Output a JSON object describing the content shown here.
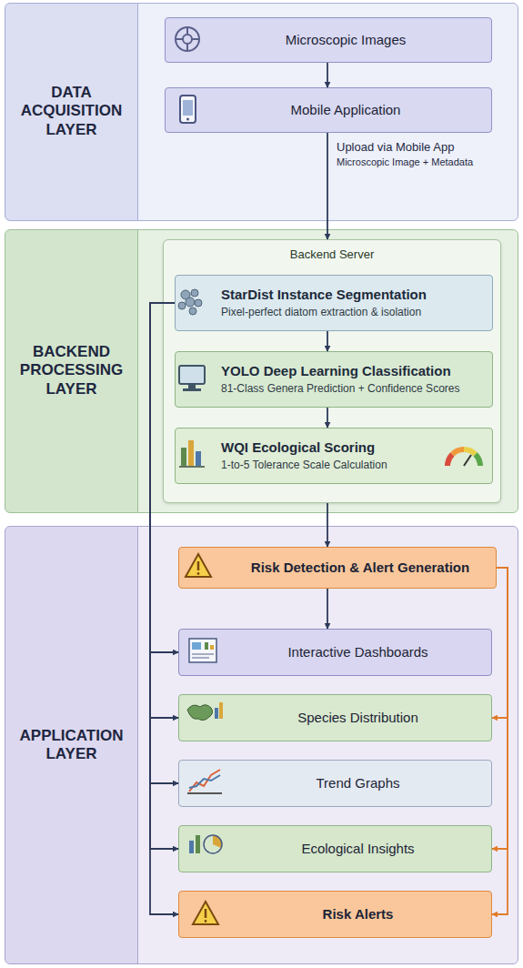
{
  "diagram": {
    "nodes": [
      {
        "text": [
          "DATA ACQUISITION LAYER"
        ]
      },
      {
        "text": [
          "Microscopic Images"
        ],
        "in": 0
      },
      {
        "text": [
          "Mobile Application"
        ],
        "in": 0
      },
      {
        "text": [
          "BACKEND PROCESSING LAYER"
        ]
      },
      {
        "text": [
          "Backend Server"
        ],
        "in": 3
      },
      {
        "text": [
          "StarDist Instance Segmentation",
          "Pixel-perfect diatom extraction & isolation"
        ],
        "in": 4
      },
      {
        "text": [
          "YOLO Deep Learning Classification",
          "81-Class Genera Prediction + Confidence Scores"
        ],
        "in": 4
      },
      {
        "text": [
          "WQI Ecological Scoring",
          "1-to-5 Tolerance Scale Calculation"
        ],
        "in": 4
      },
      {
        "text": [
          "APPLICATION LAYER"
        ]
      },
      {
        "text": [
          "Risk Detection & Alert Generation"
        ],
        "in": 8
      },
      {
        "text": [
          "Interactive Dashboards"
        ],
        "in": 8
      },
      {
        "text": [
          "Species Distribution"
        ],
        "in": 8
      },
      {
        "text": [
          "Trend Graphs"
        ],
        "in": 8
      },
      {
        "text": [
          "Ecological Insights"
        ],
        "in": 8
      },
      {
        "text": [
          "Risk Alerts"
        ],
        "in": 8
      }
    ],
    "edges": [
      {
        "from": 1,
        "to": 2,
        "arrow": "to"
      },
      {
        "from": 2,
        "to": 4,
        "arrow": "to",
        "label": "Upload via Mobile App"
      },
      {
        "from": 5,
        "to": 6,
        "arrow": "to"
      },
      {
        "from": 6,
        "to": 7,
        "arrow": "to"
      },
      {
        "from": 4,
        "to": 9,
        "arrow": "to"
      },
      {
        "from": 9,
        "to": 10,
        "arrow": "to"
      },
      {
        "from": 5,
        "to": 10,
        "arrow": "to"
      },
      {
        "from": 5,
        "to": 11,
        "arrow": "to"
      },
      {
        "from": 5,
        "to": 12,
        "arrow": "to"
      },
      {
        "from": 5,
        "to": 13,
        "arrow": "to"
      },
      {
        "from": 5,
        "to": 14,
        "arrow": "to"
      },
      {
        "from": 9,
        "to": 11,
        "arrow": "to"
      },
      {
        "from": 9,
        "to": 13,
        "arrow": "to"
      },
      {
        "from": 9,
        "to": 14,
        "arrow": "to"
      }
    ],
    "labels": [
      "Microscopic Image + Metadata"
    ]
  }
}
